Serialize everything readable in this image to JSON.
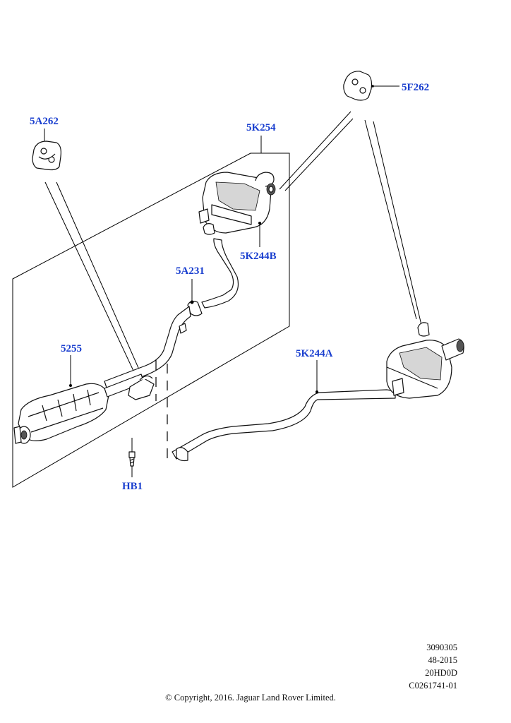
{
  "labels": {
    "mount_left": "5A262",
    "mount_right": "5F262",
    "muffler_upper_assy": "5K254",
    "muffler_upper": "5K244B",
    "clamp": "5A231",
    "front_silencer": "5255",
    "rear_pipe": "5K244A",
    "bolt": "HB1"
  },
  "footer": {
    "ref_1": "3090305",
    "ref_2": "48-2015",
    "ref_3": "20HD0D",
    "ref_4": "C0261741-01",
    "copyright": "© Copyright, 2016. Jaguar Land Rover Limited."
  },
  "colors": {
    "label": "#1a3fcf",
    "line": "#000000"
  }
}
